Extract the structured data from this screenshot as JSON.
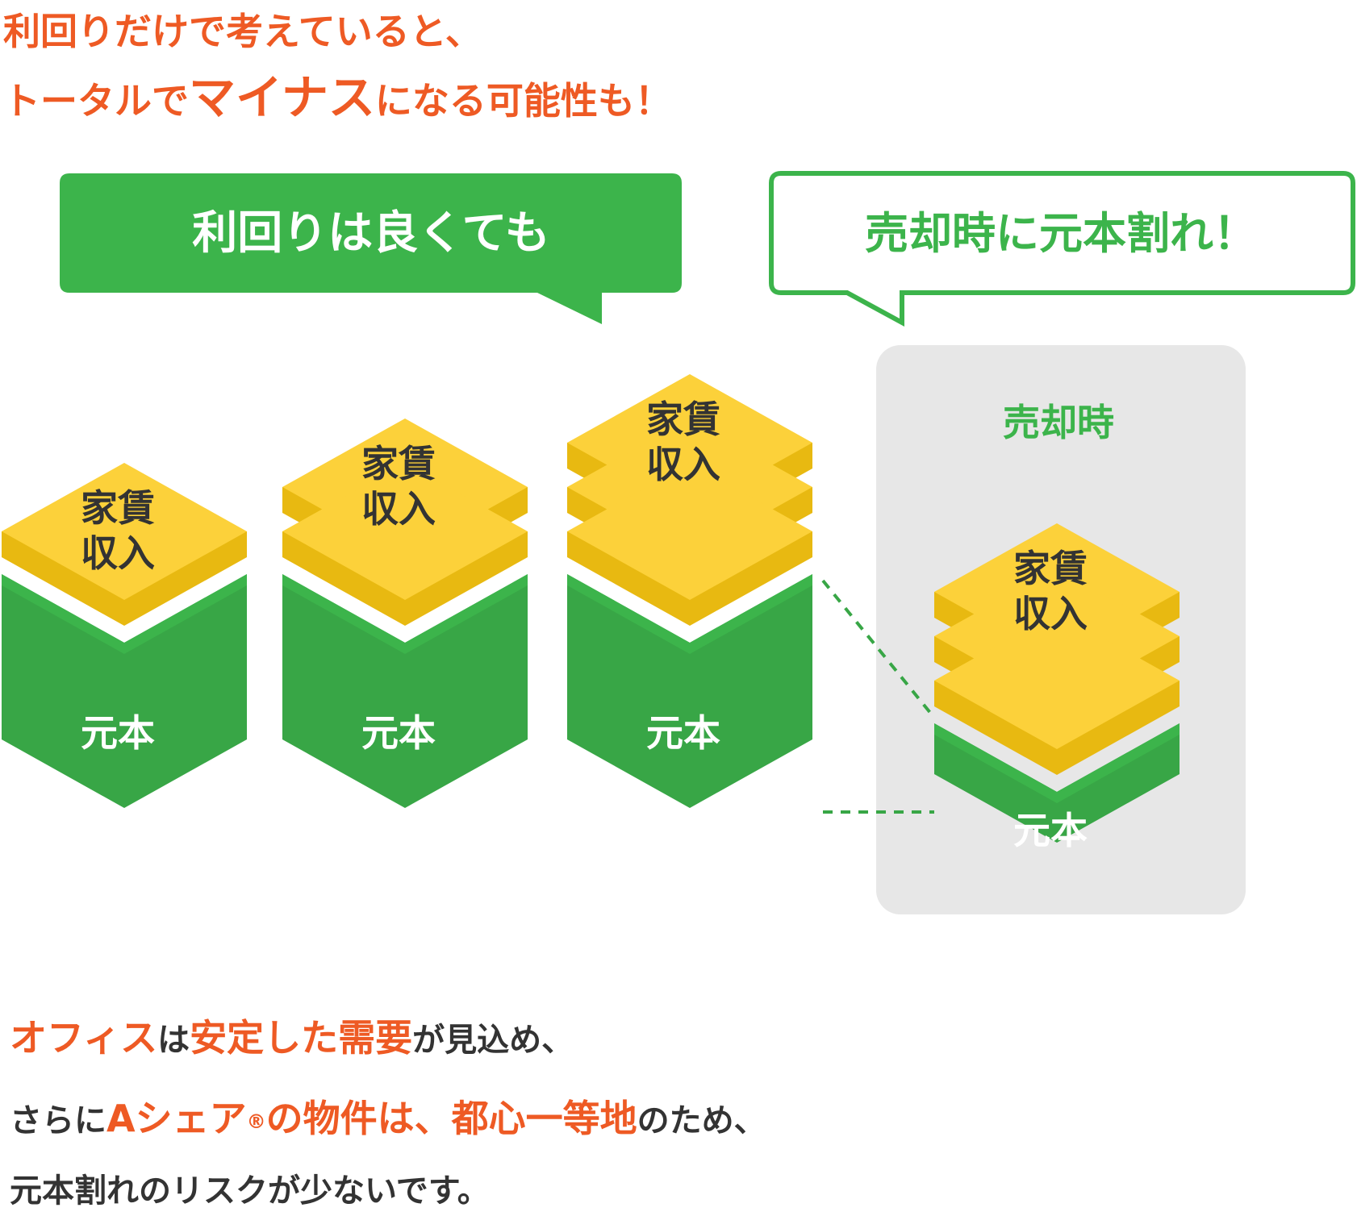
{
  "colors": {
    "accent_orange": "#ee5a24",
    "green": "#3cb44b",
    "green_dark": "#38a646",
    "yellow": "#fcd13a",
    "yellow_dark": "#e8b911",
    "panel_gray": "#e7e7e7",
    "text_dark": "#333333"
  },
  "heading": {
    "line1": "利回りだけで考えていると、",
    "line2_a": "トータルで",
    "line2_b": "マイナス",
    "line2_c": "になる可能性も！"
  },
  "callouts": {
    "left": "利回りは良くても",
    "right": "売却時に元本割れ！"
  },
  "panel_label": "売却時",
  "stacks": [
    {
      "rent_label_line1": "家賃",
      "rent_label_line2": "収入",
      "principal_label": "元本",
      "rent_layers": 1
    },
    {
      "rent_label_line1": "家賃",
      "rent_label_line2": "収入",
      "principal_label": "元本",
      "rent_layers": 2
    },
    {
      "rent_label_line1": "家賃",
      "rent_label_line2": "収入",
      "principal_label": "元本",
      "rent_layers": 3
    },
    {
      "rent_label_line1": "家賃",
      "rent_label_line2": "収入",
      "principal_label": "元本",
      "rent_layers": 3
    }
  ],
  "footer": {
    "l1_a": "オフィス",
    "l1_b": "は",
    "l1_c": "安定した需要",
    "l1_d": "が見込め、",
    "l2_a": "さらに",
    "l2_b": "Aシェア",
    "l2_c": "®",
    "l2_d": "の物件は、",
    "l2_e": "都心一等地",
    "l2_f": "のため、",
    "l3": "元本割れのリスクが少ないです。"
  }
}
